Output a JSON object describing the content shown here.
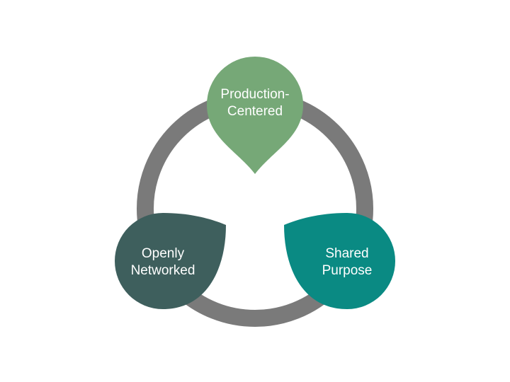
{
  "diagram": {
    "ring_color": "#7a7a7a",
    "nodes": [
      {
        "id": "production-centered",
        "lines": [
          "Production-",
          "Centered"
        ],
        "color": "#76a877",
        "shape": "drop-point-down"
      },
      {
        "id": "openly-networked",
        "lines": [
          "Openly",
          "Networked"
        ],
        "color": "#3e5f5d",
        "shape": "leaf-point-up-right"
      },
      {
        "id": "shared-purpose",
        "lines": [
          "Shared",
          "Purpose"
        ],
        "color": "#0a8a83",
        "shape": "leaf-point-up-left"
      }
    ]
  }
}
